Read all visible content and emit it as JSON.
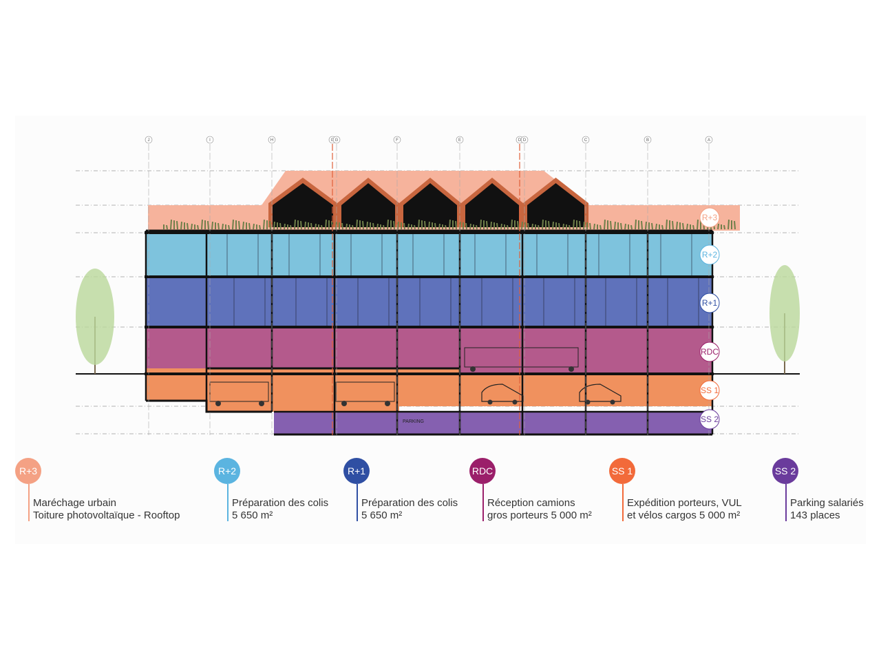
{
  "grid_axes": [
    "J",
    "I",
    "H",
    "G",
    "G",
    "F",
    "E",
    "D",
    "D",
    "C",
    "B",
    "A"
  ],
  "levels": [
    {
      "code": "R+3",
      "color": "#f4a184"
    },
    {
      "code": "R+2",
      "color": "#5bb4e0"
    },
    {
      "code": "R+1",
      "color": "#2f4fa3"
    },
    {
      "code": "RDC",
      "color": "#9b1f6a"
    },
    {
      "code": "SS 1",
      "color": "#f26a3a"
    },
    {
      "code": "SS 2",
      "color": "#6a3b9c"
    }
  ],
  "section_labels": {
    "parking": "PARKING"
  },
  "legend": [
    {
      "code": "R+3",
      "line1": "Maréchage urbain",
      "line2": "Toiture photovoltaïque - Rooftop",
      "color": "#f4a184"
    },
    {
      "code": "R+2",
      "line1": "Préparation des colis",
      "line2": "5 650 m²",
      "color": "#5bb4e0"
    },
    {
      "code": "R+1",
      "line1": "Préparation des colis",
      "line2": "5 650 m²",
      "color": "#2f4fa3"
    },
    {
      "code": "RDC",
      "line1": "Réception camions",
      "line2": "gros porteurs 5 000 m²",
      "color": "#9b1f6a"
    },
    {
      "code": "SS 1",
      "line1": "Expédition porteurs, VUL",
      "line2": "et vélos cargos 5 000 m²",
      "color": "#f26a3a"
    },
    {
      "code": "SS 2",
      "line1": "Parking salariés",
      "line2": "143 places",
      "color": "#6a3b9c"
    }
  ]
}
